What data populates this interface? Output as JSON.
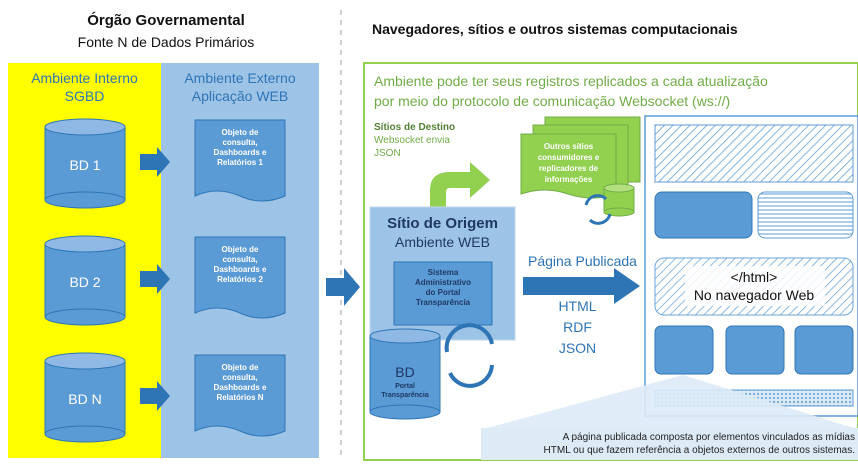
{
  "left": {
    "title": "Órgão Governamental",
    "subtitle": "Fonte N de Dados Primários",
    "internal_label_1": "Ambiente Interno",
    "internal_label_2": "SGBD",
    "external_label_1": "Ambiente Externo",
    "external_label_2": "Aplicação WEB",
    "databases": [
      {
        "label": "BD 1",
        "doc": [
          "Objeto de",
          "consulta,",
          "Dashboards e",
          "Relatórios 1"
        ]
      },
      {
        "label": "BD 2",
        "doc": [
          "Objeto de",
          "consulta,",
          "Dashboards e",
          "Relatórios 2"
        ]
      },
      {
        "label": "BD N",
        "doc": [
          "Objeto de",
          "consulta,",
          "Dashboards e",
          "Relatórios N"
        ]
      }
    ]
  },
  "right": {
    "title": "Navegadores, sítios e outros sistemas computacionais",
    "env_line1": "Ambiente pode ter seus registros replicados a cada atualização",
    "env_line2": "por meio do protocolo de comunicação Websocket (ws://)",
    "dest_title": "Sítios de Destino",
    "dest_line2": "Websocket envia",
    "dest_line3": "JSON",
    "others": [
      "Outros sítios",
      "consumidores e",
      "replicadores de",
      "informações"
    ],
    "origin_title": "Sítio de Origem",
    "origin_sub": "Ambiente WEB",
    "system": [
      "Sistema",
      "Administrativo",
      "do Portal",
      "Transparência"
    ],
    "bd_label": "BD",
    "bd_sub": [
      "Portal",
      "Transparência"
    ],
    "published": "Página Publicada",
    "formats": [
      "HTML",
      "RDF",
      "JSON"
    ],
    "html_tag": "</html>",
    "browser": "No navegador Web",
    "note1": "A página publicada composta por elementos vinculados as mídias",
    "note2": "HTML ou que fazem referência a objetos externos de outros sistemas."
  },
  "colors": {
    "yellow": "#ffff00",
    "light_blue": "#9dc3e6",
    "cylinder": "#5b9bd5",
    "green": "#92d050",
    "dark_blue": "#2e75b6"
  }
}
